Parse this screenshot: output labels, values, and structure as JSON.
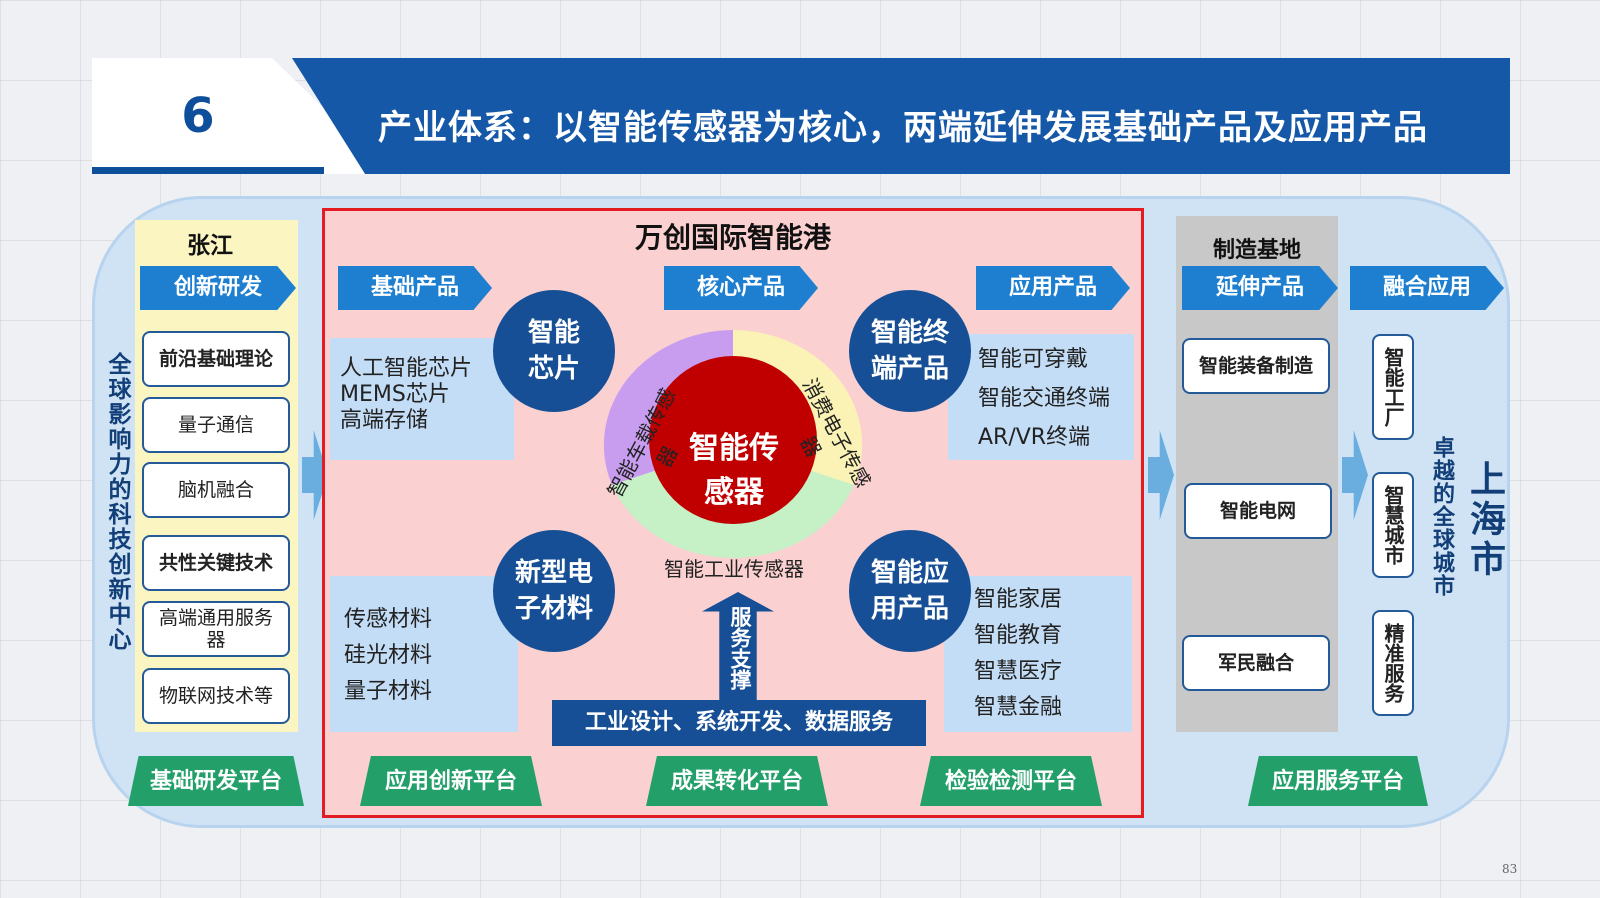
{
  "header": {
    "number": "6",
    "title": "产业体系：以智能传感器为核心，两端延伸发展基础产品及应用产品"
  },
  "left_side": {
    "vertical_label": "全球影响力的科技创新中心",
    "zhangjiang": {
      "title": "张江",
      "tag": "创新研发",
      "items": [
        "前沿基础理论",
        "量子通信",
        "脑机融合",
        "共性关键技术",
        "高端通用服务器",
        "物联网技术等"
      ]
    },
    "platform": "基础研发平台"
  },
  "center": {
    "title": "万创国际智能港",
    "tags": {
      "basic": "基础产品",
      "core": "核心产品",
      "application": "应用产品"
    },
    "circles": {
      "chip": "智能芯片",
      "terminal": "智能终端产品",
      "materials": "新型电子材料",
      "app_products": "智能应用产品"
    },
    "lists": {
      "chip_items": [
        "人工智能芯片",
        "MEMS芯片",
        "高端存储"
      ],
      "terminal_items": [
        "智能可穿戴",
        "智能交通终端",
        "AR/VR终端"
      ],
      "materials_items": [
        "传感材料",
        "硅光材料",
        "量子材料"
      ],
      "app_items": [
        "智能家居",
        "智能教育",
        "智慧医疗",
        "智慧金融"
      ]
    },
    "core_sensor": {
      "center": "智能传感器",
      "segments": [
        "智能车载传感器",
        "消费电子传感器",
        "智能工业传感器"
      ]
    },
    "service_support": "服务支撑",
    "services": "工业设计、系统开发、数据服务",
    "platforms": [
      "应用创新平台",
      "成果转化平台",
      "检验检测平台"
    ]
  },
  "right_side": {
    "manufacturing_base": {
      "title": "制造基地",
      "tag": "延伸产品",
      "items": [
        "智能装备制造",
        "智能电网",
        "军民融合"
      ]
    },
    "fusion": {
      "tag": "融合应用",
      "items": [
        "智能工厂",
        "智慧城市",
        "精准服务"
      ]
    },
    "platform": "应用服务平台",
    "city_label": "卓越的全球城市",
    "shanghai": "上海市"
  },
  "page_number": "83",
  "colors": {
    "header_blue": "#1558a8",
    "tag_blue": "#1e7fd0",
    "circle_navy": "#164f95",
    "platform_green": "#23a06a",
    "core_red": "#c00000",
    "frame_red": "#e31b23"
  }
}
